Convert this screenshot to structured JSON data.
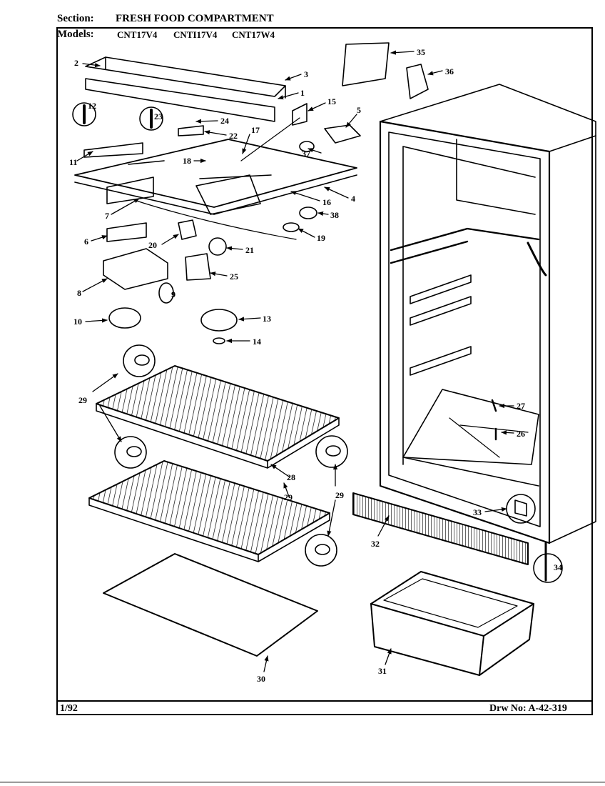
{
  "header": {
    "section_label": "Section:",
    "section_title": "FRESH FOOD COMPARTMENT",
    "models_label": "Models:",
    "models": [
      "CNT17V4",
      "CNTI17V4",
      "CNT17W4"
    ]
  },
  "footer": {
    "date": "1/92",
    "drawing_number": "Drw No: A-42-319"
  },
  "callouts": [
    "1",
    "2",
    "3",
    "4",
    "5",
    "6",
    "7",
    "8",
    "9",
    "10",
    "11",
    "12",
    "13",
    "14",
    "15",
    "16",
    "17",
    "18",
    "19",
    "20",
    "21",
    "22",
    "23",
    "24",
    "25",
    "26",
    "27",
    "28",
    "29",
    "29",
    "29",
    "30",
    "31",
    "32",
    "33",
    "34",
    "35",
    "36",
    "37",
    "38"
  ]
}
